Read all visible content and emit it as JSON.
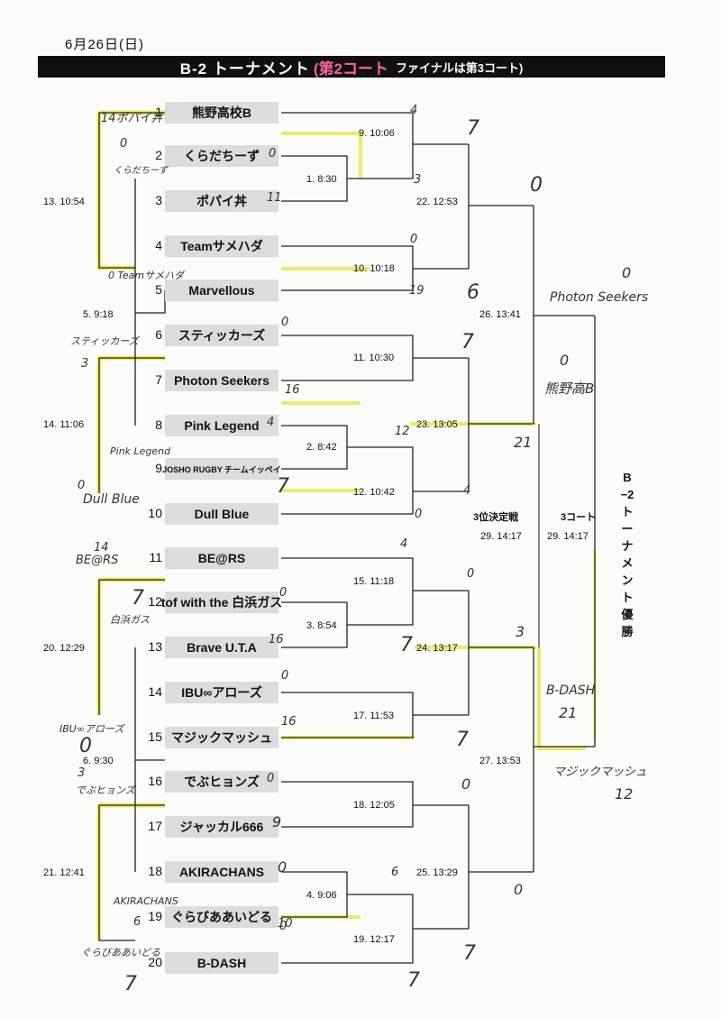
{
  "header": {
    "date": "6月26日(日)",
    "title": "B-2 トーナメント",
    "court": "(第2コート",
    "note": "ファイナルは第3コート)"
  },
  "teams": [
    {
      "n": "1",
      "name": "熊野高校B"
    },
    {
      "n": "2",
      "name": "くらだちーず"
    },
    {
      "n": "3",
      "name": "ポパイ丼"
    },
    {
      "n": "4",
      "name": "Teamサメハダ"
    },
    {
      "n": "5",
      "name": "Marvellous"
    },
    {
      "n": "6",
      "name": "スティッカーズ"
    },
    {
      "n": "7",
      "name": "Photon Seekers"
    },
    {
      "n": "8",
      "name": "Pink Legend"
    },
    {
      "n": "9",
      "name": "JOSHO RUGBY チームイッペイ"
    },
    {
      "n": "10",
      "name": "Dull Blue"
    },
    {
      "n": "11",
      "name": "BE@RS"
    },
    {
      "n": "12",
      "name": "tof with the 白浜ガス"
    },
    {
      "n": "13",
      "name": "Brave U.T.A"
    },
    {
      "n": "14",
      "name": "IBU∞アローズ"
    },
    {
      "n": "15",
      "name": "マジックマッシュ"
    },
    {
      "n": "16",
      "name": "でぶヒョンズ"
    },
    {
      "n": "17",
      "name": "ジャッカル666"
    },
    {
      "n": "18",
      "name": "AKIRACHANS"
    },
    {
      "n": "19",
      "name": "ぐらびああいどる"
    },
    {
      "n": "20",
      "name": "B-DASH"
    }
  ],
  "matches": {
    "m1": "1.  8:30",
    "m2": "2.  8:42",
    "m3": "3.  8:54",
    "m4": "4.  9:06",
    "m5": "5.  9:18",
    "m6": "6.  9:30",
    "m9": "9.  10:06",
    "m10": "10.  10:18",
    "m11": "11.  10:30",
    "m12": "12.  10:42",
    "m13": "13.  10:54",
    "m14": "14.  11:06",
    "m15": "15.  11:18",
    "m17": "17.  11:53",
    "m18": "18.  12:05",
    "m19": "19.  12:17",
    "m20": "20.  12:29",
    "m21": "21.  12:41",
    "m22": "22.  12:53",
    "m23": "23.  13:05",
    "m24": "24.  13:17",
    "m25": "25.  13:29",
    "m26": "26.  13:41",
    "m27": "27.  13:53",
    "m29a": "29.  14:17",
    "m29b": "29.  14:17"
  },
  "labels": {
    "third_place": "3位決定戦",
    "court3": "3コート",
    "final_vertical": "B−2トーナメント優勝"
  },
  "handwriting": {
    "h_1414": "14ポパイ丼",
    "h_kura": "くらだちーず",
    "h_same": "0 Teamサメハダ",
    "h_stick": "スティッカーズ",
    "h_pink": "Pink Legend",
    "h_dull": "Dull Blue",
    "h_bears": "BE@RS",
    "h_shira": "白浜ガス",
    "h_ibu": "IBU∞アローズ",
    "h_debu": "でぶヒョンズ",
    "h_akira": "AKIRACHANS",
    "h_gura": "ぐらびああいどる",
    "h_photon": "Photon Seekers",
    "h_kumano": "熊野高B",
    "h_bdash": "B-DASH",
    "h_magic": "マジックマッシュ",
    "s1": "4",
    "s2": "7",
    "s3": "0",
    "s4": "11",
    "s5": "3",
    "s6": "0",
    "s7": "19",
    "s8": "6",
    "s9": "0",
    "s10": "0",
    "s11": "7",
    "s12": "16",
    "s13": "4",
    "s14": "12",
    "s15": "7",
    "s16": "4",
    "s17": "0",
    "s18": "21",
    "s19": "0",
    "s20": "4",
    "s21": "0",
    "s22": "0",
    "s23": "7",
    "s24": "16",
    "s25": "7",
    "s26": "16",
    "s27": "0",
    "s28": "3",
    "s29": "7",
    "s30": "0",
    "s31": "9",
    "s32": "0",
    "s33": "6",
    "s34": "0",
    "s35": "10",
    "s36": "7",
    "s37": "7",
    "s38": "0",
    "s39": "21",
    "s40": "12",
    "s41": "14",
    "s42": "0",
    "s43": "0",
    "s44": "3",
    "s45": "7",
    "s46": "6",
    "s47": "0",
    "s48": "3",
    "s49": "0",
    "s50": "3",
    "s51": "14"
  }
}
